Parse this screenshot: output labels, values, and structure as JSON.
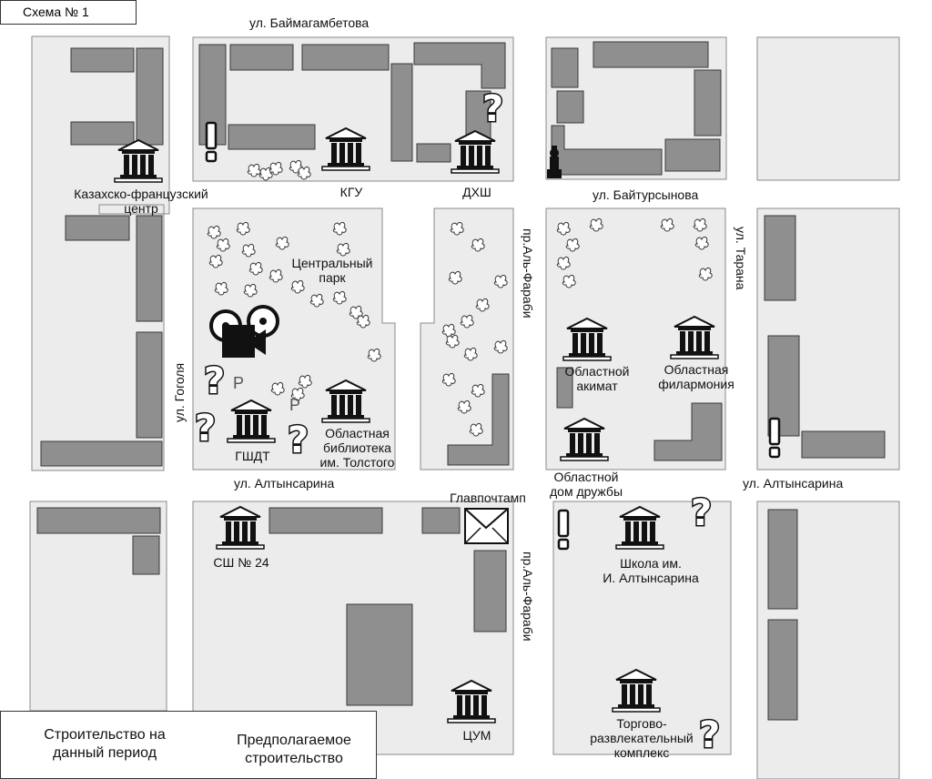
{
  "scheme_title": "Схема № 1",
  "streets": {
    "baimagambetova": "ул. Баймагамбетова",
    "baitursynova": "ул. Байтурсынова",
    "altynsarina_left": "ул. Алтынсарина",
    "altynsarina_right": "ул. Алтынсарина",
    "gogolya": "ул. Гоголя",
    "al_farabi_top": "пр.Аль-Фараби",
    "al_farabi_bottom": "пр.Аль-Фараби",
    "tarana": "ул. Тарана"
  },
  "places": {
    "kaz_fr_center_1": "Казахско-французский",
    "kaz_fr_center_2": "центр",
    "kgu": "КГУ",
    "dhsh": "ДХШ",
    "central_park_1": "Центральный",
    "central_park_2": "парк",
    "gshdt": "ГШДТ",
    "library_1": "Областная",
    "library_2": "библиотека",
    "library_3": "им. Толстого",
    "akimat_1": "Областной",
    "akimat_2": "акимат",
    "philharmonic_1": "Областная",
    "philharmonic_2": "филармония",
    "friendship_1": "Областной",
    "friendship_2": "дом дружбы",
    "post_office": "Главпочтамп",
    "school24": "СШ № 24",
    "school_alt_1": "Школа им.",
    "school_alt_2": "И. Алтынсарина",
    "tsum": "ЦУМ",
    "mall_1": "Торгово-",
    "mall_2": "развлекательный",
    "mall_3": "комплекс",
    "parking_1": "P",
    "parking_2": "P"
  },
  "legend": {
    "construction_1": "Строительство на",
    "construction_2": "данный период",
    "planned_1": "Предполагаемое",
    "planned_2": "строительство"
  },
  "colors": {
    "block_fill": "#ececec",
    "block_stroke": "#8a8a8a",
    "building_fill": "#8f8f8f",
    "building_stroke": "#3a3a3a",
    "icon_black": "#111111"
  }
}
